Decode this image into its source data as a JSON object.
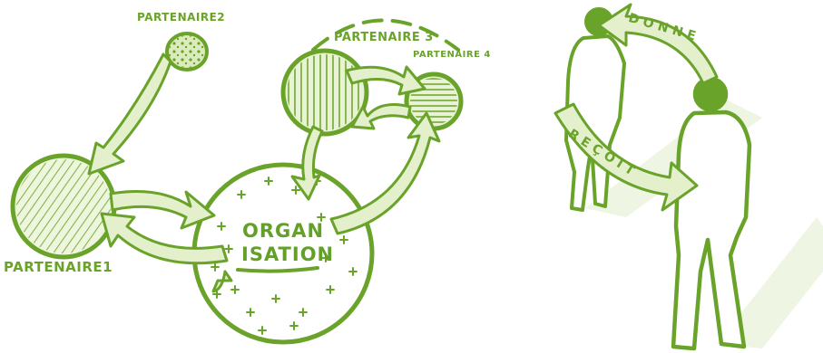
{
  "labels": {
    "partenaire1": "PARTENAIRE1",
    "partenaire2": "PARTENAIRE2",
    "partenaire3": "PARTENAIRE 3",
    "partenaire4": "PARTENAIRE 4",
    "organisation_line1": "ORGAN",
    "organisation_line2": "ISATION",
    "donne": "DONNE",
    "recoit": "REÇOIT"
  },
  "colors": {
    "stroke": "#6aa32a",
    "fill_light": "#dcebbd",
    "fill_arrow": "#e4f0cc",
    "shadow": "#eef5e2"
  }
}
